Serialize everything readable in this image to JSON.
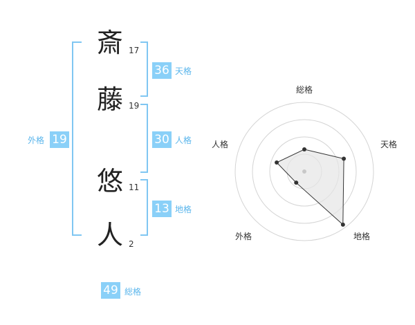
{
  "name": {
    "chars": [
      {
        "char": "斎",
        "strokes": "17"
      },
      {
        "char": "藤",
        "strokes": "19"
      },
      {
        "char": "悠",
        "strokes": "11"
      },
      {
        "char": "人",
        "strokes": "2"
      }
    ]
  },
  "fortunes": {
    "tenkaku": {
      "value": "36",
      "label": "天格"
    },
    "jinkaku": {
      "value": "30",
      "label": "人格"
    },
    "chikaku": {
      "value": "13",
      "label": "地格"
    },
    "gaikaku": {
      "value": "19",
      "label": "外格"
    },
    "soukaku": {
      "value": "49",
      "label": "総格"
    }
  },
  "radar": {
    "axis_labels": [
      "総格",
      "天格",
      "地格",
      "外格",
      "人格"
    ],
    "values": [
      0.32,
      0.6,
      0.95,
      0.2,
      0.42
    ],
    "max": 1,
    "rings": 4,
    "line_color": "#333333",
    "fill_color": "#e6e6e6",
    "grid_color": "#d4d4d4",
    "center_color": "#c8c8c8"
  },
  "colors": {
    "accent": "#8ad0f8",
    "bracket": "#7fc6f2",
    "accent_text": "#5bb6ec"
  }
}
